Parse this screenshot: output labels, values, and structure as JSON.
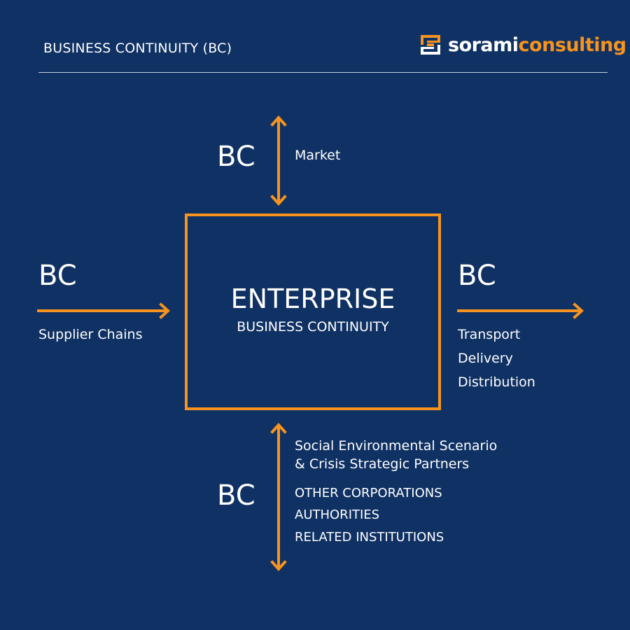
{
  "header": {
    "title": "BUSINESS CONTINUITY (BC)"
  },
  "logo": {
    "icon": "sorami-logo-mark",
    "word_white": "sorami",
    "word_orange": "consulting",
    "colors": {
      "mark": "#f7931e",
      "white": "#ffffff"
    }
  },
  "colors": {
    "background": "#0f3163",
    "accent": "#f7931e",
    "text": "#ffffff"
  },
  "center": {
    "title": "ENTERPRISE",
    "subtitle": "BUSINESS CONTINUITY"
  },
  "top": {
    "bc": "BC",
    "label": "Market"
  },
  "left": {
    "bc": "BC",
    "label": "Supplier Chains"
  },
  "right": {
    "bc": "BC",
    "items": [
      "Transport",
      "Delivery",
      "Distribution"
    ]
  },
  "bottom": {
    "bc": "BC",
    "heading_line1": "Social Environmental Scenario",
    "heading_line2": "& Crisis Strategic Partners",
    "items": [
      "OTHER CORPORATIONS",
      "AUTHORITIES",
      "RELATED INSTITUTIONS"
    ]
  }
}
